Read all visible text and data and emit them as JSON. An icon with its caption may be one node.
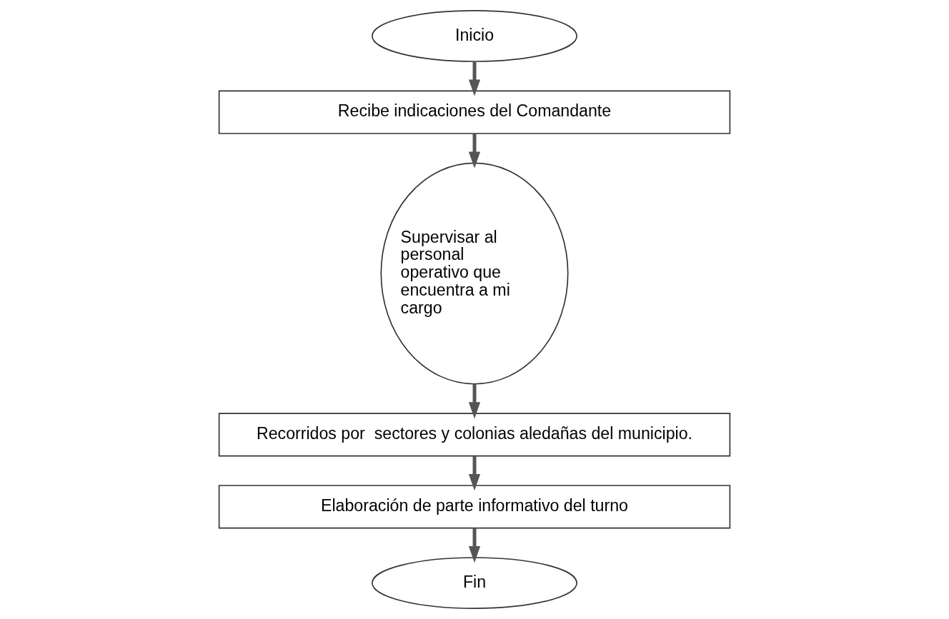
{
  "diagram": {
    "nodes": [
      {
        "text": [
          "Inicio"
        ]
      },
      {
        "text": [
          "Recibe indicaciones del Comandante"
        ]
      },
      {
        "text": [
          "Supervisar al personal operativo que encuentra a mi cargo"
        ]
      },
      {
        "text": [
          "Recorridos por  sectores y colonias aledañas del municipio."
        ]
      },
      {
        "text": [
          "Elaboración de parte informativo del turno"
        ]
      },
      {
        "text": [
          "Fin"
        ]
      }
    ],
    "edges": [
      {
        "from": 0,
        "to": 1,
        "arrow": "to"
      },
      {
        "from": 1,
        "to": 2,
        "arrow": "to"
      },
      {
        "from": 2,
        "to": 3,
        "arrow": "to"
      },
      {
        "from": 3,
        "to": 4,
        "arrow": "to"
      },
      {
        "from": 4,
        "to": 5,
        "arrow": "to"
      }
    ]
  }
}
